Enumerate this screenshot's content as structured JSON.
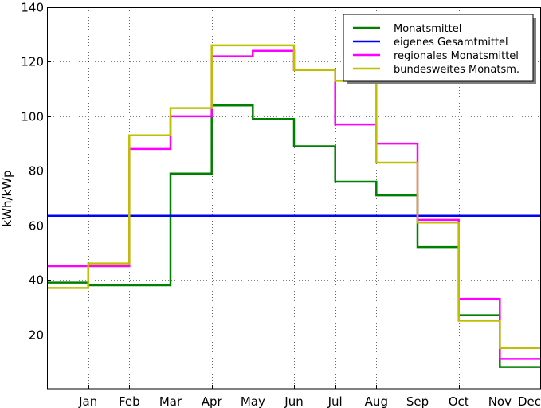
{
  "chart_data": {
    "type": "line",
    "step": "post",
    "title": "",
    "xlabel": "",
    "ylabel": "kWh/kWp",
    "ylim": [
      0,
      140
    ],
    "yticks": [
      20,
      40,
      60,
      80,
      100,
      120,
      140
    ],
    "grid": true,
    "legend_position": "top-right",
    "categories": [
      "Jan",
      "Feb",
      "Mar",
      "Apr",
      "May",
      "Jun",
      "Jul",
      "Aug",
      "Sep",
      "Oct",
      "Nov",
      "Dec"
    ],
    "series": [
      {
        "name": "Monatsmittel",
        "color": "#008000",
        "values": [
          39,
          38,
          38,
          79,
          104,
          99,
          89,
          76,
          71,
          52,
          27,
          8
        ]
      },
      {
        "name": "eigenes Gesamtmittel",
        "color": "#0000ff",
        "values": [
          63.5,
          63.5,
          63.5,
          63.5,
          63.5,
          63.5,
          63.5,
          63.5,
          63.5,
          63.5,
          63.5,
          63.5
        ]
      },
      {
        "name": "regionales Monatsmittel",
        "color": "#ff00ff",
        "values": [
          45,
          45,
          88,
          100,
          122,
          124,
          117,
          97,
          90,
          62,
          33,
          11
        ]
      },
      {
        "name": "bundesweites Monatsm.",
        "color": "#bfbf00",
        "values": [
          37,
          46,
          93,
          103,
          126,
          126,
          117,
          113,
          83,
          61,
          25,
          15
        ]
      }
    ]
  }
}
